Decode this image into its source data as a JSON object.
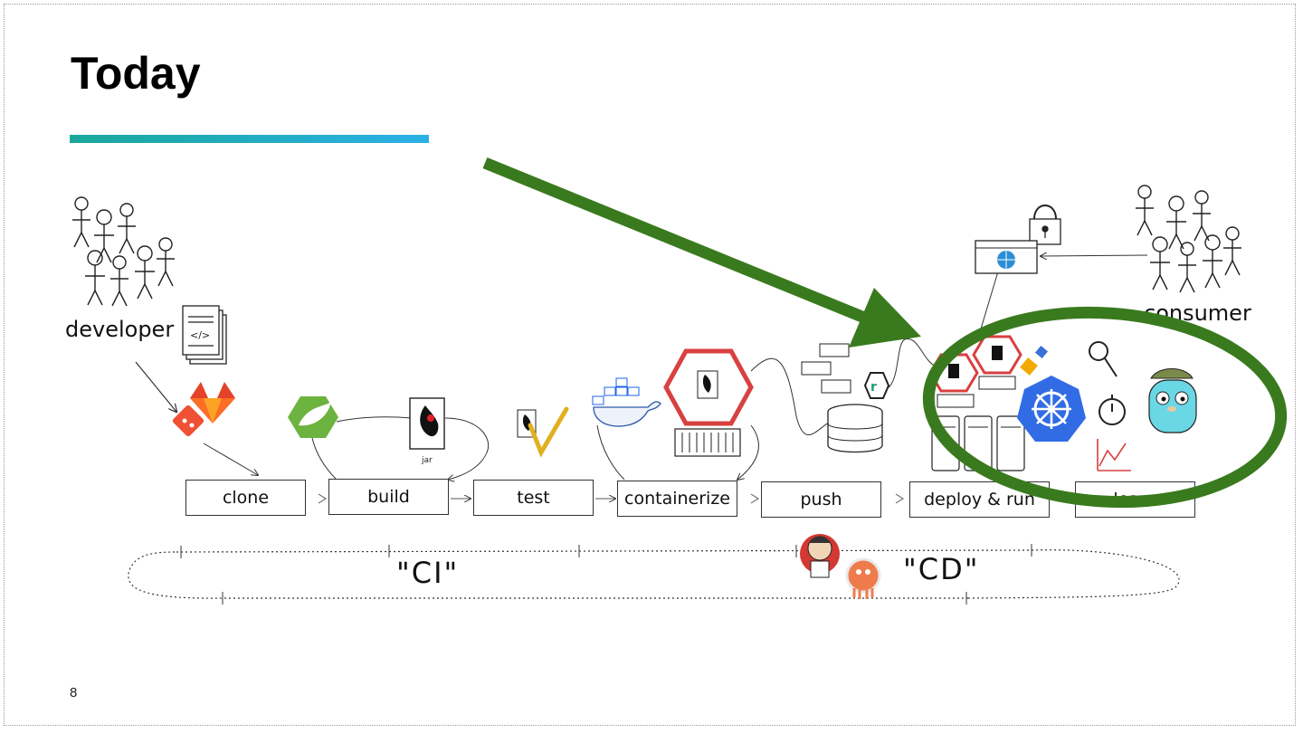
{
  "slide": {
    "title": "Today",
    "page_number": "8"
  },
  "actors": {
    "developer": "developer",
    "consumer": "consumer"
  },
  "stages": [
    {
      "label": "clone"
    },
    {
      "label": "build"
    },
    {
      "label": "test"
    },
    {
      "label": "containerize"
    },
    {
      "label": "push"
    },
    {
      "label": "deploy & run"
    },
    {
      "label": "learn"
    }
  ],
  "loops": {
    "ci": "\"CI\"",
    "cd": "\"CD\""
  },
  "artifact_label": "jar",
  "colors": {
    "title_bar_start": "#1aa79a",
    "title_bar_end": "#2bb0e6",
    "highlight_green": "#3a7a1e",
    "kubernetes_blue": "#326ce5",
    "gitlab_orange": "#e24329",
    "spring_green": "#6db33f",
    "hexagon_red": "#d94040"
  },
  "icons": [
    "people-group-icon",
    "code-document-icon",
    "git-icon",
    "gitlab-icon",
    "spring-icon",
    "java-jar-icon",
    "checkmark-icon",
    "docker-whale-icon",
    "container-hexagon-icon",
    "registry-database-icon",
    "kubernetes-icon",
    "magnifier-icon",
    "stopwatch-icon",
    "chart-icon",
    "gopher-icon",
    "padlock-icon",
    "browser-globe-icon",
    "jenkins-icon",
    "argo-icon"
  ]
}
